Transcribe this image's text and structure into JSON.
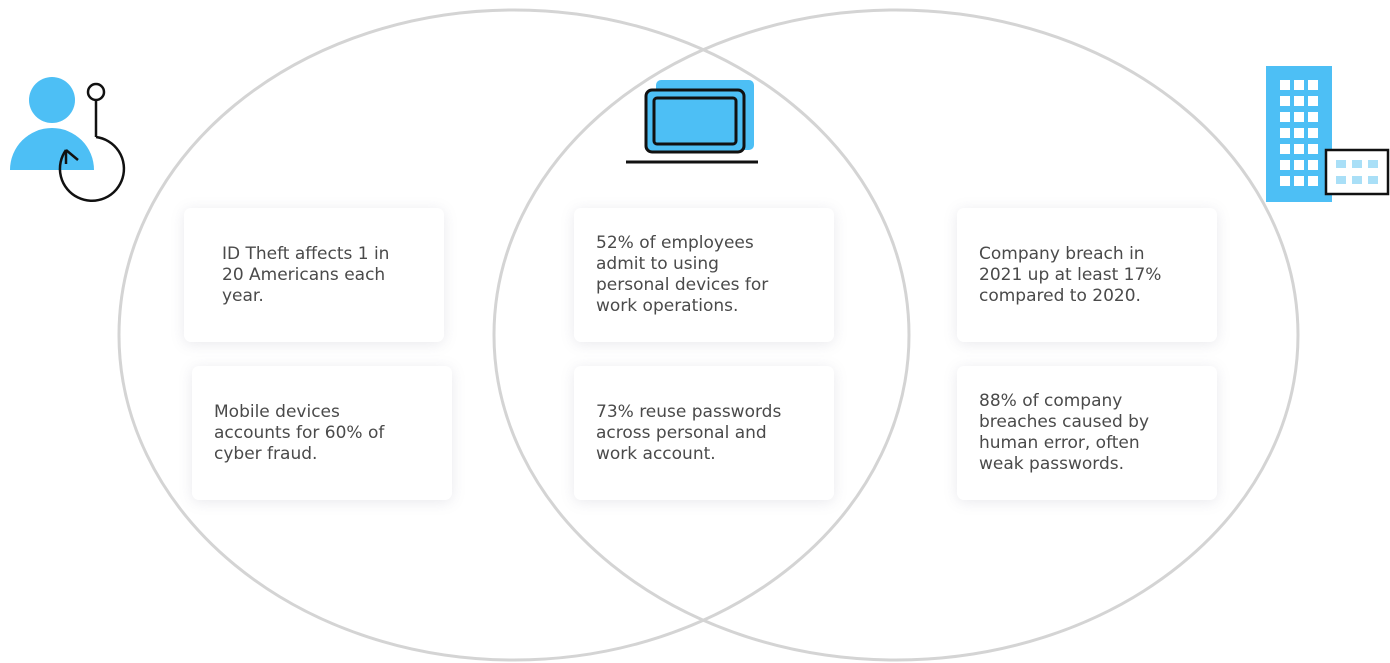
{
  "colors": {
    "accent": "#4dbff5",
    "accent_light": "#a9dff7",
    "circle_stroke": "#d4d4d4",
    "text": "#4a4a4a",
    "icon_stroke": "#111111"
  },
  "icons": {
    "left": "phishing-user-icon",
    "center": "laptop-icon",
    "right": "office-building-icon"
  },
  "cards": {
    "left_top": "ID Theft affects 1 in\n20 Americans each\nyear.",
    "left_bottom": "Mobile devices\naccounts for 60% of\ncyber fraud.",
    "center_top": "52% of employees\nadmit to using\npersonal devices for\nwork operations.",
    "center_bottom": "73% reuse passwords\nacross personal and\nwork account.",
    "right_top": "Company breach in\n2021 up at least 17%\ncompared to  2020.",
    "right_bottom": "88% of company\nbreaches  caused by\nhuman error, often\nweak passwords."
  }
}
